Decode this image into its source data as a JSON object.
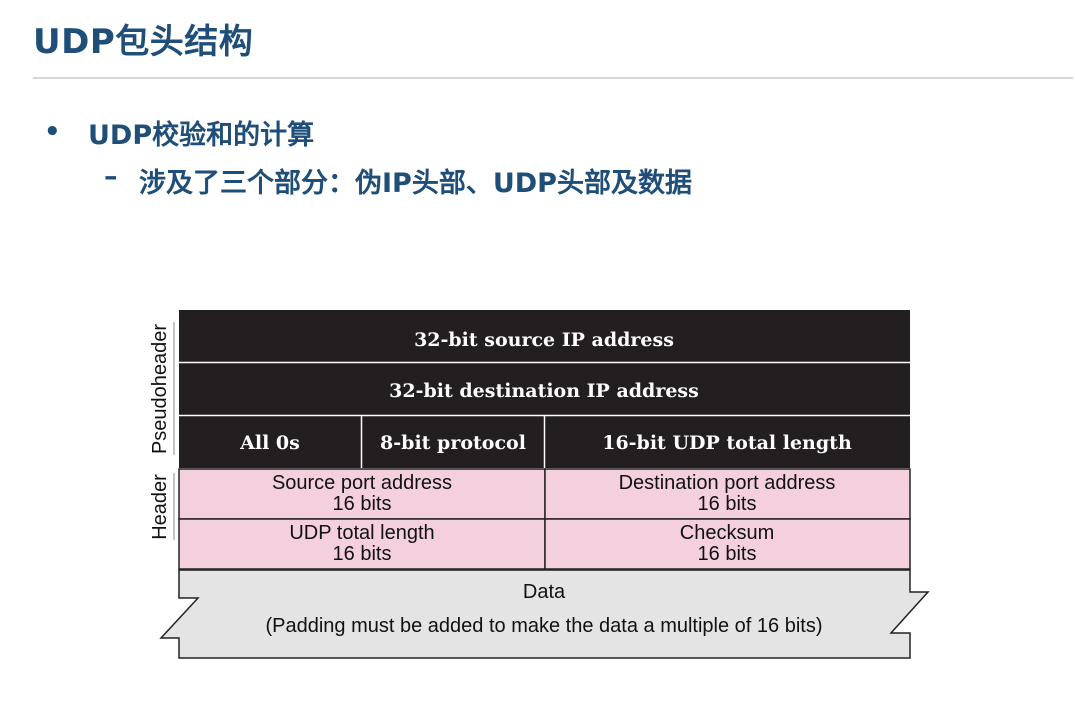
{
  "slide": {
    "title": "UDP包头结构",
    "bullet": "UDP校验和的计算",
    "sub_bullet": "涉及了三个部分：伪IP头部、UDP头部及数据",
    "bullet_marker": "•",
    "dash_marker": "–"
  },
  "diagram": {
    "side_labels": {
      "pseudoheader": "Pseudoheader",
      "header": "Header"
    },
    "pseudo_rows": {
      "source_ip": "32-bit source IP address",
      "dest_ip": "32-bit destination IP address",
      "all_zeros": "All 0s",
      "protocol": "8-bit protocol",
      "udp_length": "16-bit UDP total length"
    },
    "header_rows": {
      "src_port": "Source port address",
      "src_port_bits": "16 bits",
      "dst_port": "Destination port address",
      "dst_port_bits": "16 bits",
      "total_len": "UDP total length",
      "total_len_bits": "16 bits",
      "checksum": "Checksum",
      "checksum_bits": "16 bits"
    },
    "data_block": {
      "label": "Data",
      "note": "(Padding must be added to make the data a multiple of 16 bits)"
    },
    "colors": {
      "pseudo_fill": "#231f20",
      "header_fill": "#f4d0de",
      "data_fill": "#e4e4e4",
      "text_dark": "#1f4e79"
    }
  }
}
